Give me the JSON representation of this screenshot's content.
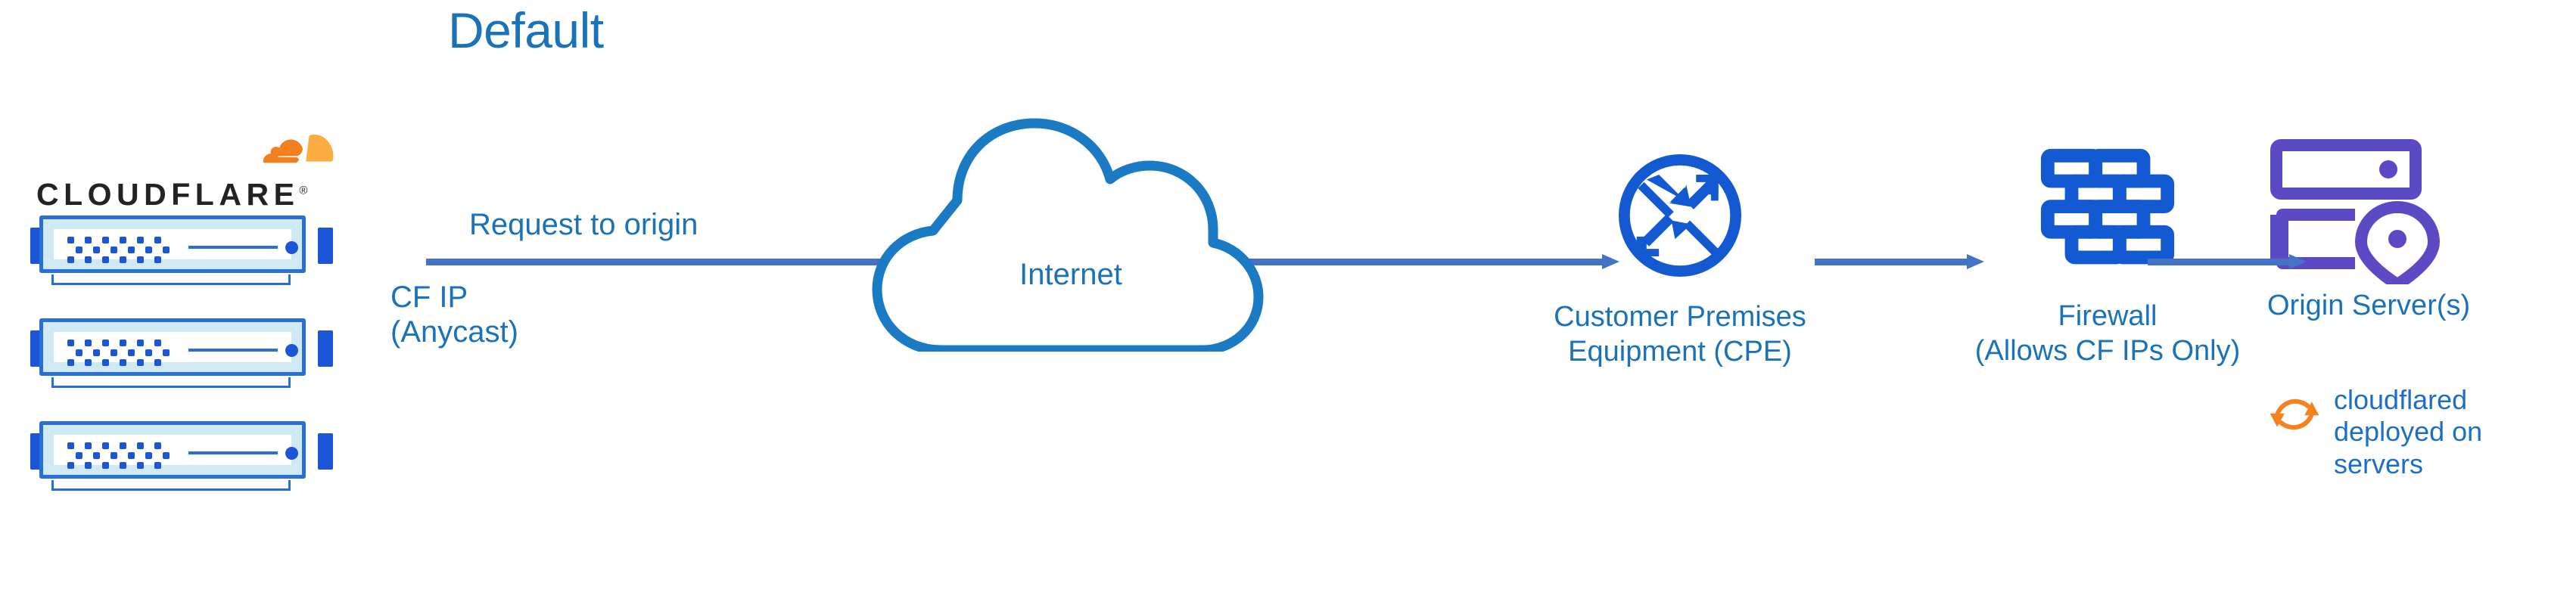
{
  "diagram": {
    "title": "Default",
    "brand": {
      "wordmark": "CLOUDFLARE",
      "registered": "®",
      "mark_name": "cloudflare-cloud-mark",
      "orange_dark": "#F38020",
      "orange_light": "#FBAD41",
      "wordmark_color": "#232323"
    },
    "colors": {
      "label_blue": "#1a72b8",
      "arrow_blue": "#4472c4",
      "icon_blue": "#1359d1",
      "cloud_blue": "#1a7ac4",
      "origin_purple": "#5a4bc4",
      "cloudflared_orange": "#F6821F",
      "device_border": "#2a6fd6",
      "device_fill": "#cfe9f5",
      "background": "#ffffff"
    },
    "edges": {
      "request_label": "Request to origin",
      "cf_ip_line1": "CF IP",
      "cf_ip_line2": "(Anycast)"
    },
    "nodes": {
      "devices": {
        "name": "cloudflare-edge-servers",
        "count": 3
      },
      "internet": {
        "label": "Internet",
        "icon": "cloud-outline-icon"
      },
      "cpe": {
        "caption_line1": "Customer Premises",
        "caption_line2": "Equipment (CPE)",
        "icon": "router-circle-icon"
      },
      "firewall": {
        "caption_line1": "Firewall",
        "caption_line2": "(Allows CF IPs Only)",
        "icon": "brick-wall-icon"
      },
      "origin": {
        "caption": "Origin Server(s)",
        "icon": "server-rack-location-pin-icon",
        "annotation_line1": "cloudflared",
        "annotation_line2": "deployed on",
        "annotation_line3": "servers",
        "annotation_icon": "sync-circular-arrows-icon"
      }
    }
  }
}
